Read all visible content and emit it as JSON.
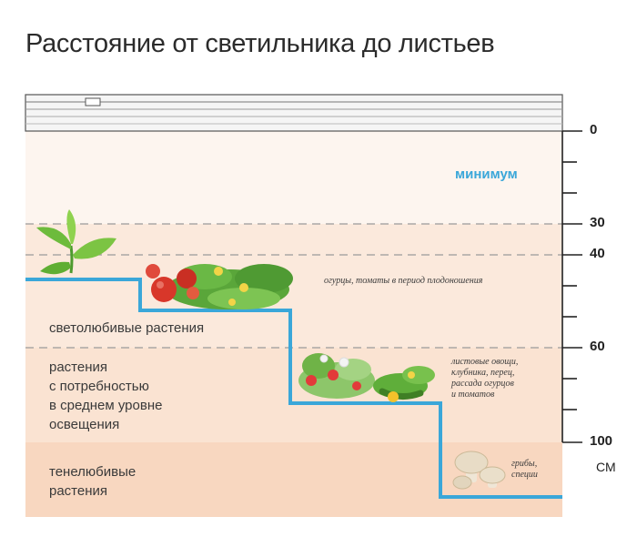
{
  "title": "Расстояние от светильника до листьев",
  "scale": {
    "ticks": [
      "0",
      "30",
      "40",
      "60",
      "100"
    ],
    "unit": "СМ"
  },
  "zones": {
    "minimum_label": "минимум",
    "light_loving": "светолюбивые растения",
    "medium_light": [
      "растения",
      "с потребностью",
      "в среднем уровне",
      "освещения"
    ],
    "shade_loving": [
      "тенелюбивые",
      "растения"
    ]
  },
  "notes": {
    "cucumbers_tomatoes": "огурцы, томаты в период плодоношения",
    "leafy": [
      "листовые овощи,",
      "клубника, перец,",
      "рассада огурцов",
      "и томатов"
    ],
    "mushrooms": [
      "грибы,",
      "специи"
    ]
  },
  "icons": [
    "lamp-icon",
    "seedling-icon",
    "tomato-plant-icon",
    "strawberry-plant-icon",
    "cucumber-plant-icon",
    "mushroom-icon"
  ],
  "colors": {
    "step_line": "#3aa7d9",
    "zone_top": "#fdf5ef",
    "zone_mid": "#fbe6d8",
    "zone_low": "#f9dcc7",
    "zone_bottom": "#f7d3ba"
  }
}
